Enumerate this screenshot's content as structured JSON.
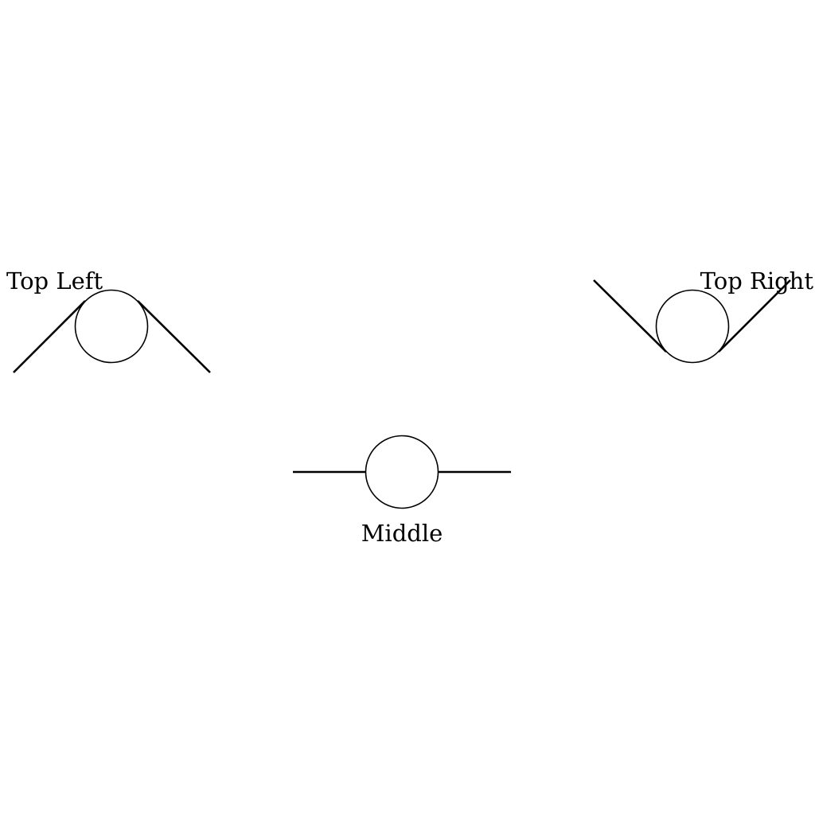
{
  "diagram": {
    "line_color": "#000000",
    "background_color": "#ffffff",
    "elements": [
      {
        "id": "top-left",
        "label": "Top Left",
        "shape": "circle",
        "connectors": "wedge-up"
      },
      {
        "id": "top-right",
        "label": "Top Right",
        "shape": "circle",
        "connectors": "wedge-down"
      },
      {
        "id": "middle",
        "label": "Middle",
        "shape": "circle",
        "connectors": "horizontal"
      }
    ]
  }
}
